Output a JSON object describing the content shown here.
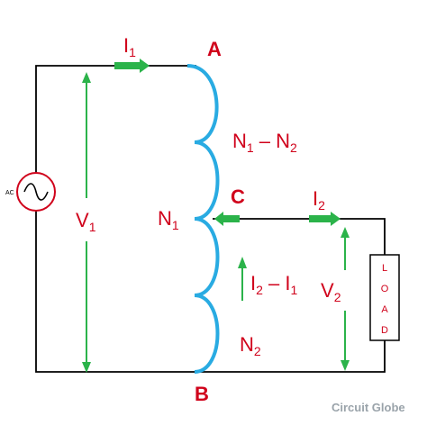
{
  "labels": {
    "node_a": "A",
    "node_b": "B",
    "node_c": "C",
    "i1": {
      "main": "I",
      "sub": "1"
    },
    "i2": {
      "main": "I",
      "sub": "2"
    },
    "v1": {
      "main": "V",
      "sub": "1"
    },
    "v2": {
      "main": "V",
      "sub": "2"
    },
    "n1": {
      "main": "N",
      "sub": "1"
    },
    "n2": {
      "main": "N",
      "sub": "2"
    },
    "n1_minus_n2": {
      "a": "N",
      "a_sub": "1",
      "op": " – ",
      "b": "N",
      "b_sub": "2"
    },
    "i2_minus_i1": {
      "a": "I",
      "a_sub": "2",
      "op": " – ",
      "b": "I",
      "b_sub": "1"
    },
    "source": "AC",
    "load_letters": [
      "L",
      "O",
      "A",
      "D"
    ]
  },
  "watermark": "Circuit Globe",
  "colors": {
    "wire": "#000000",
    "coil": "#29abe2",
    "arrow": "#2bb34a",
    "label": "#d0021b"
  }
}
